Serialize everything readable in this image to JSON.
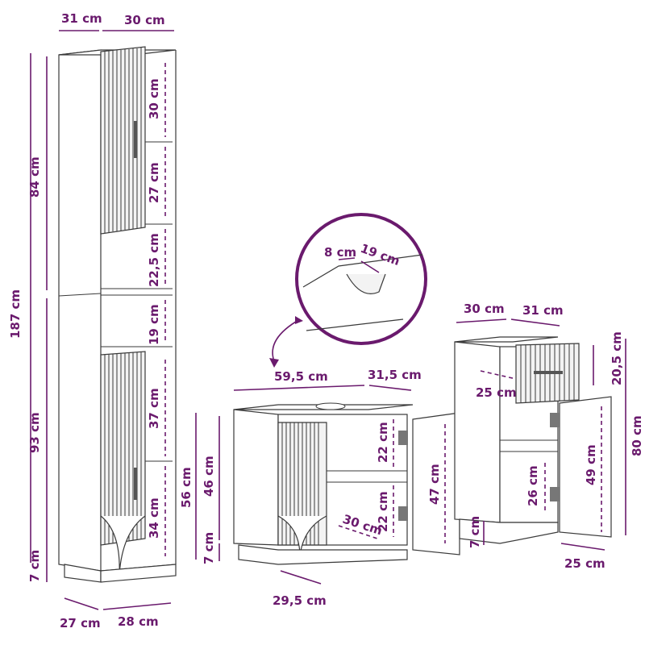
{
  "colors": {
    "dimension": "#6a1a6d",
    "outline": "#3a3a3a"
  },
  "tall_cabinet": {
    "width_side": "31 cm",
    "width_front": "30 cm",
    "shelf_top": "30 cm",
    "shelf_2": "27 cm",
    "shelf_3": "22,5 cm",
    "shelf_4": "19 cm",
    "shelf_5": "37 cm",
    "shelf_6": "34 cm",
    "upper_height": "84 cm",
    "lower_height": "93 cm",
    "total_height": "187 cm",
    "leg_height": "7 cm",
    "base_depth": "27 cm",
    "base_width": "28 cm"
  },
  "detail": {
    "cutout_width": "8 cm",
    "cutout_depth": "19 cm"
  },
  "sink_cabinet": {
    "width": "59,5 cm",
    "depth": "31,5 cm",
    "total_height": "56 cm",
    "inner_height": "46 cm",
    "leg_height": "7 cm",
    "shelf_upper": "22 cm",
    "shelf_lower": "22 cm",
    "door_height": "47 cm",
    "inner_depth": "30 cm",
    "base_depth": "29,5 cm"
  },
  "small_cabinet": {
    "width": "30 cm",
    "depth": "31 cm",
    "drawer_height": "20,5 cm",
    "drawer_depth": "25 cm",
    "total_height": "80 cm",
    "door_height": "49 cm",
    "shelf_height": "26 cm",
    "leg_height": "7 cm",
    "base_depth": "25 cm"
  }
}
